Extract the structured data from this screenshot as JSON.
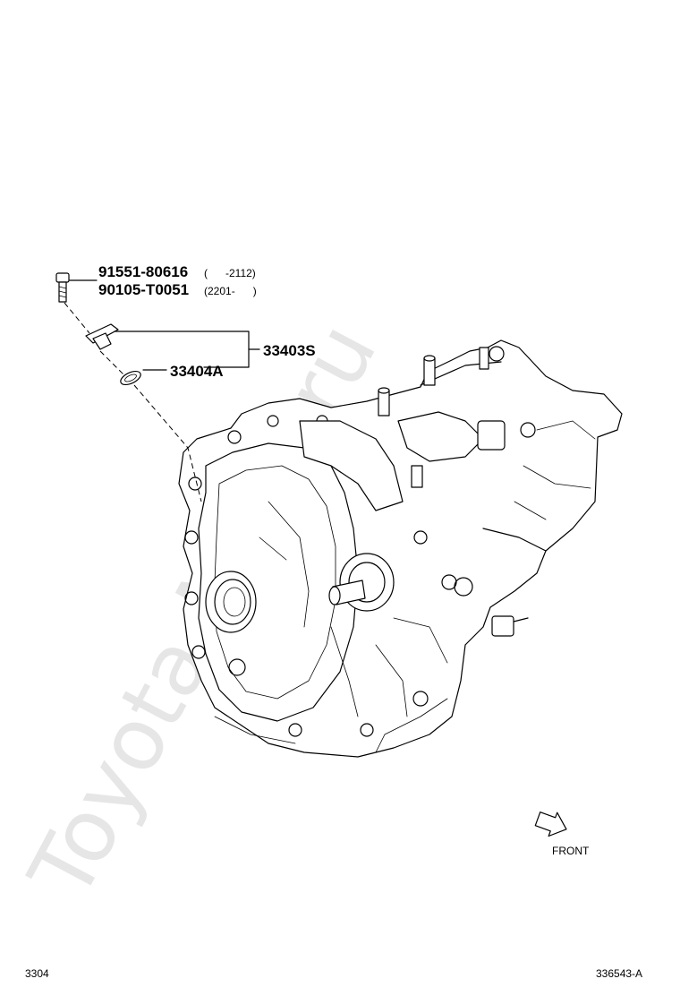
{
  "watermark": "Toyota-Mine.ru",
  "callouts": {
    "bolt_part_1": "91551-80616",
    "bolt_range_1": "(      -2112)",
    "bolt_part_2": "90105-T0051",
    "bolt_range_2": "(2201-      )",
    "assembly": "33403S",
    "gasket": "33404A"
  },
  "front_label": "FRONT",
  "footer": {
    "page_code": "3304",
    "diagram_id": "336543-A"
  }
}
